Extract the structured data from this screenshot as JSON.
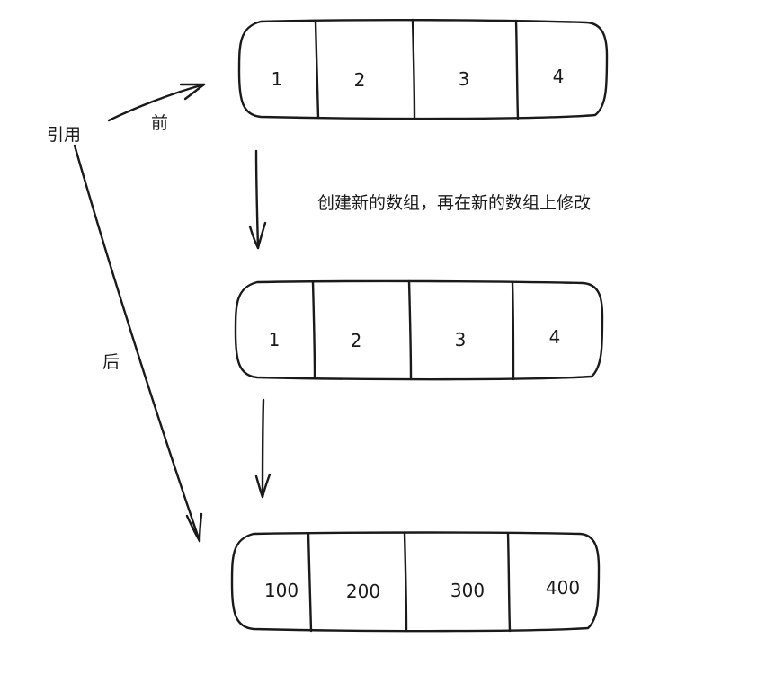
{
  "labels": {
    "reference": "引用",
    "before": "前",
    "after": "后",
    "note": "创建新的数组，再在新的数组上修改"
  },
  "arrays": [
    {
      "cells": [
        "1",
        "2",
        "3",
        "4"
      ]
    },
    {
      "cells": [
        "1",
        "2",
        "3",
        "4"
      ]
    },
    {
      "cells": [
        "100",
        "200",
        "300",
        "400"
      ]
    }
  ]
}
